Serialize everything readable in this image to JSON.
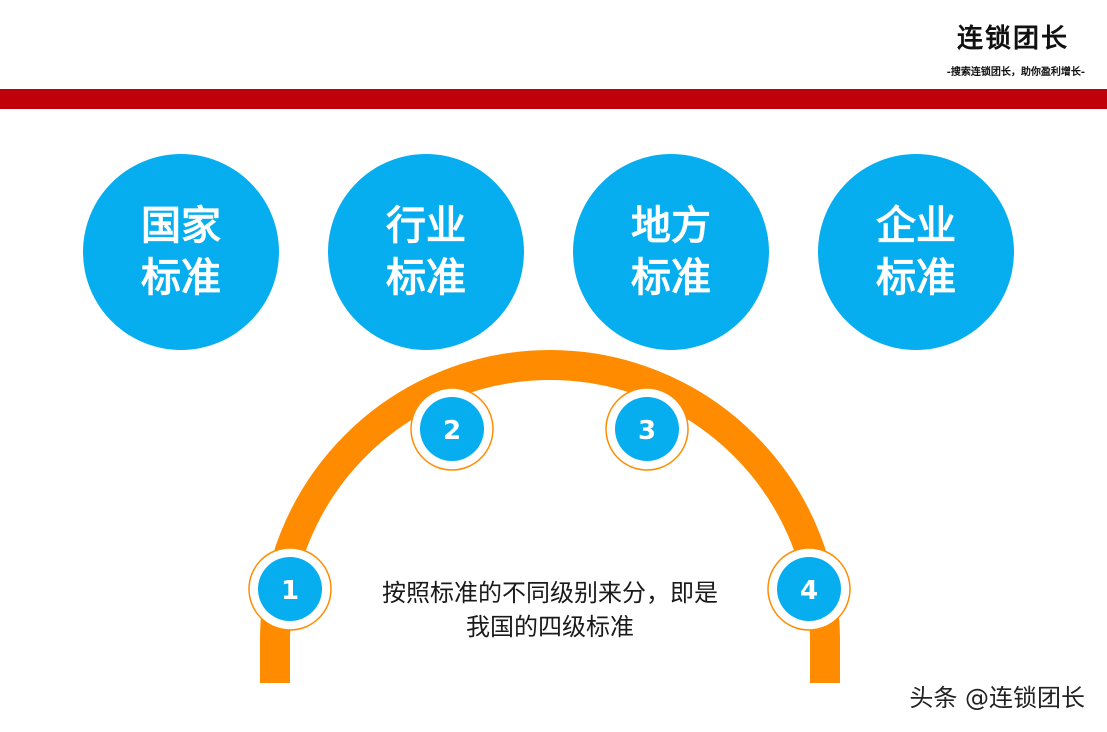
{
  "header": {
    "brand_title": "连锁团长",
    "brand_subtitle": "-搜索连锁团长，助你盈利增长-"
  },
  "categories": [
    {
      "line1": "国家",
      "line2": "标准"
    },
    {
      "line1": "行业",
      "line2": "标准"
    },
    {
      "line1": "地方",
      "line2": "标准"
    },
    {
      "line1": "企业",
      "line2": "标准"
    }
  ],
  "steps": [
    "1",
    "2",
    "3",
    "4"
  ],
  "caption": {
    "line1": "按照标准的不同级别来分，即是",
    "line2": "我国的四级标准"
  },
  "watermark": "头条 @连锁团长",
  "colors": {
    "accent_blue": "#06aeef",
    "orange": "#ff8c00",
    "red": "#c0000a"
  }
}
